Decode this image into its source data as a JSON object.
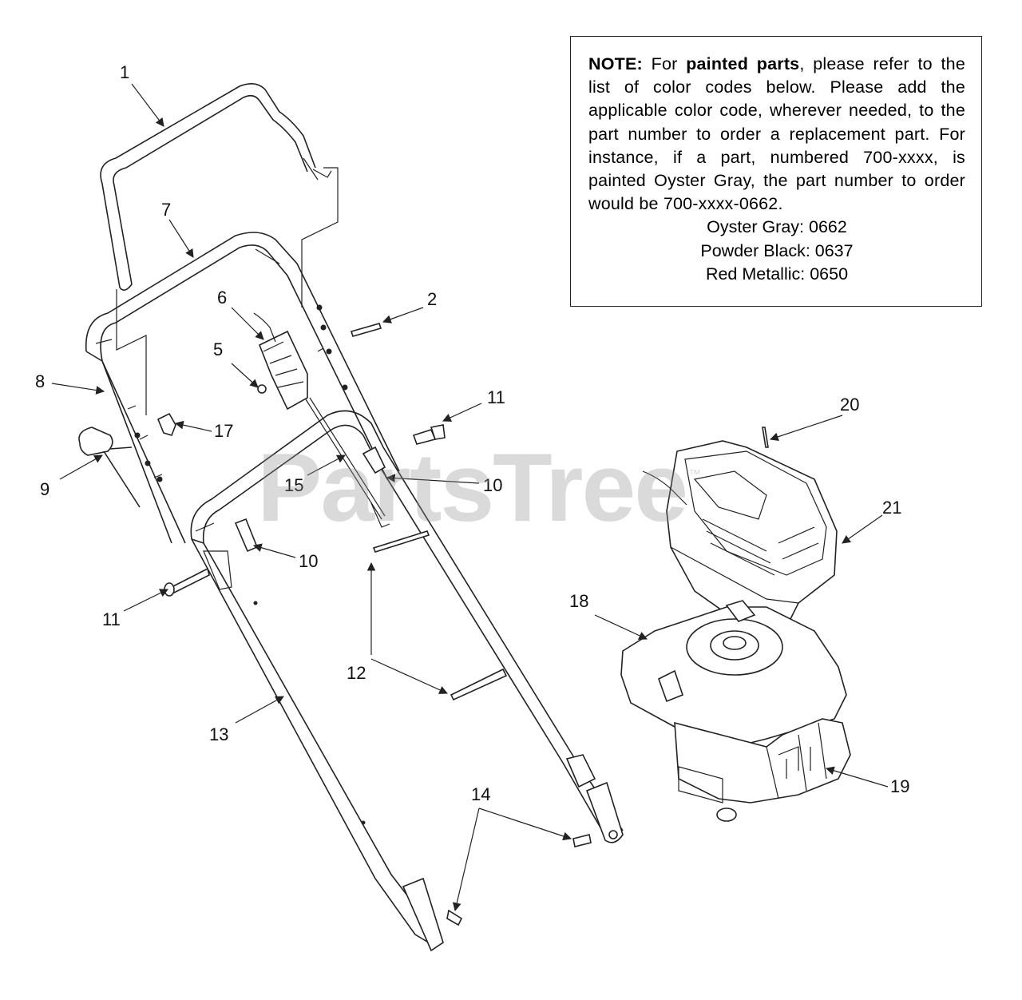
{
  "note": {
    "label": "NOTE:",
    "text_1": " For ",
    "emphasis": "painted parts",
    "text_2": ", please refer to the list of color codes below. Please add the applicable color code, wherever needed, to the part number to order a replacement part. For instance, if a part, numbered 700-xxxx, is painted Oyster Gray,  the part number to order would be 700-xxxx-0662.",
    "color_codes": [
      "Oyster Gray:  0662",
      "Powder Black: 0637",
      "Red Metallic: 0650"
    ]
  },
  "watermark": {
    "text": "PartsTree",
    "mark": "™"
  },
  "callouts": [
    {
      "id": "c1",
      "label": "1"
    },
    {
      "id": "c2",
      "label": "2"
    },
    {
      "id": "c5",
      "label": "5"
    },
    {
      "id": "c6",
      "label": "6"
    },
    {
      "id": "c7",
      "label": "7"
    },
    {
      "id": "c8",
      "label": "8"
    },
    {
      "id": "c9",
      "label": "9"
    },
    {
      "id": "c10a",
      "label": "10"
    },
    {
      "id": "c10b",
      "label": "10"
    },
    {
      "id": "c11a",
      "label": "11"
    },
    {
      "id": "c11b",
      "label": "11"
    },
    {
      "id": "c12",
      "label": "12"
    },
    {
      "id": "c13",
      "label": "13"
    },
    {
      "id": "c14",
      "label": "14"
    },
    {
      "id": "c15",
      "label": "15"
    },
    {
      "id": "c17",
      "label": "17"
    },
    {
      "id": "c18",
      "label": "18"
    },
    {
      "id": "c19",
      "label": "19"
    },
    {
      "id": "c20",
      "label": "20"
    },
    {
      "id": "c21",
      "label": "21"
    }
  ]
}
